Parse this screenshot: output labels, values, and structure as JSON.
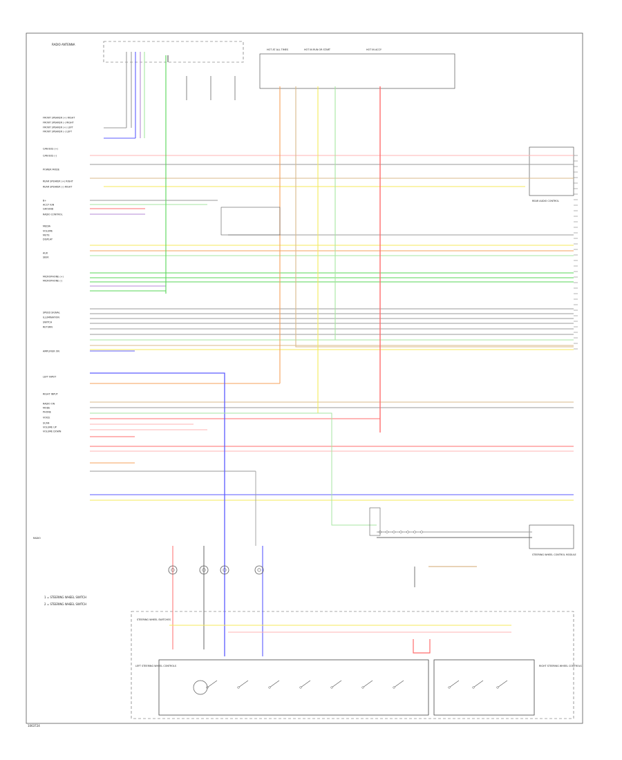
{
  "diagram": {
    "footer_code": "1063724",
    "top_left_label": "RADIO ANTENNA",
    "top_right_labels": [
      "HOT AT ALL TIMES",
      "HOT IN RUN OR START",
      "HOT IN ACCY"
    ],
    "left_labels": [
      "FRONT SPEAKER (+) RIGHT",
      "FRONT SPEAKER (-) RIGHT",
      "FRONT SPEAKER (+) LEFT",
      "FRONT SPEAKER (-) LEFT",
      "CAN BUS (+)",
      "CAN BUS (-)",
      "POWER MODE",
      "REAR SPEAKER (+) RIGHT",
      "REAR SPEAKER (-) RIGHT",
      "B+",
      "ACCY IGN",
      "GROUND",
      "RADIO CONTROL",
      "MEDIA",
      "VOLUME",
      "MUTE",
      "DISPLAY",
      "AUX",
      "SEEK",
      "MICROPHONE (+)",
      "MICROPHONE (-)",
      "SPEED SIGNAL",
      "ILLUMINATION",
      "SWITCH",
      "RETURN",
      "AMPLIFIER ON",
      "LEFT INPUT",
      "RIGHT INPUT",
      "RADIO ON",
      "MODE",
      "PHONE",
      "VOICE",
      "SCAN",
      "VOLUME UP",
      "VOLUME DOWN"
    ],
    "bottom_left_notes": [
      "1 = STEERING WHEEL SWITCH",
      "2 = STEERING WHEEL SWITCH"
    ],
    "right_module_label": "REAR AUDIO CONTROL",
    "right_mid_label": "STEERING WHEEL CONTROL MODULE",
    "left_module_label": "RADIO",
    "bottom_switch_label": "STEERING WHEEL SWITCHES",
    "bottom_left_box_label": "LEFT STEERING WHEEL CONTROLS",
    "bottom_right_box_label": "RIGHT STEERING WHEEL CONTROLS"
  }
}
